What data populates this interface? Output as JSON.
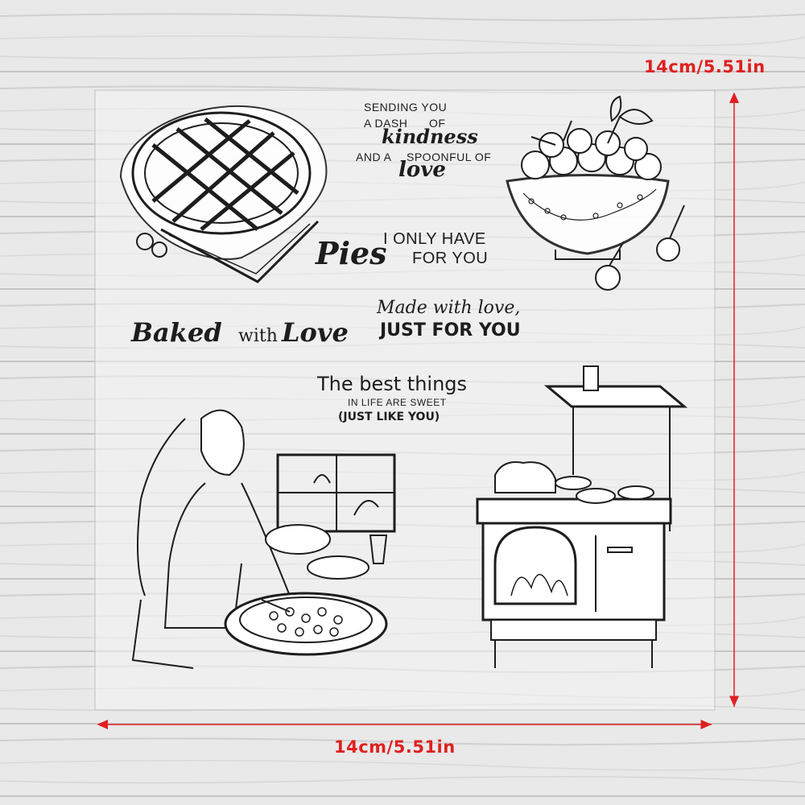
{
  "dimensions": {
    "width_label": "14cm/5.51in",
    "height_label": "14cm/5.51in",
    "color": "#e02020"
  },
  "sheet": {
    "background": "#ededed",
    "ink": "#1d1d1d"
  },
  "stamps": {
    "sending": {
      "line1": "SENDING YOU",
      "line2a": "A DASH",
      "line2b": "OF",
      "line3": "kindness",
      "line4a": "AND A",
      "line4b": "SPOONFUL OF",
      "line5": "love"
    },
    "pies": {
      "script": "Pies",
      "line1": "I ONLY HAVE",
      "line2": "FOR YOU"
    },
    "baked": {
      "script1": "Baked",
      "plain": "with",
      "script2": "Love"
    },
    "made": {
      "line1": "Made with love,",
      "line2": "JUST FOR YOU"
    },
    "best": {
      "line1": "The best things",
      "line2": "IN LIFE ARE SWEET",
      "line3": "(JUST LIKE YOU)"
    }
  },
  "illustrations": [
    "lattice-pie",
    "cherry-bowl",
    "woman-baking-pie",
    "wood-stove"
  ]
}
